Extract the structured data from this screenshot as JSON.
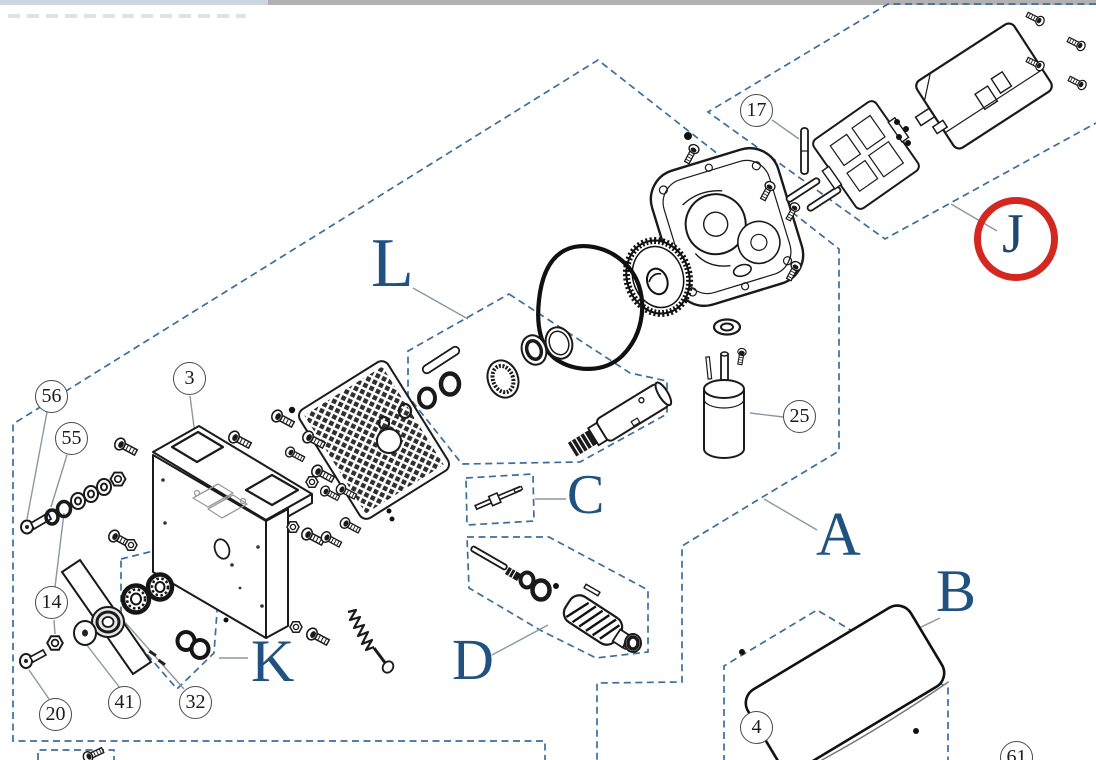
{
  "diagram": {
    "section_labels": [
      {
        "id": "L",
        "text": "L"
      },
      {
        "id": "J",
        "text": "J",
        "highlighted": true
      },
      {
        "id": "A",
        "text": "A"
      },
      {
        "id": "B",
        "text": "B"
      },
      {
        "id": "C",
        "text": "C"
      },
      {
        "id": "D",
        "text": "D"
      },
      {
        "id": "K",
        "text": "K"
      }
    ],
    "part_callouts": [
      {
        "number": "17"
      },
      {
        "number": "3"
      },
      {
        "number": "56"
      },
      {
        "number": "55"
      },
      {
        "number": "14"
      },
      {
        "number": "25"
      },
      {
        "number": "20"
      },
      {
        "number": "41"
      },
      {
        "number": "32"
      },
      {
        "number": "4"
      },
      {
        "number": "61"
      }
    ],
    "highlight": {
      "section": "J",
      "ring_color": "#d3271f"
    },
    "colors": {
      "boundary_dash": "#3c6e9c",
      "label_blue": "#215180",
      "leader_gray": "#8b97a3",
      "line_art": "#1a1a1a"
    }
  }
}
